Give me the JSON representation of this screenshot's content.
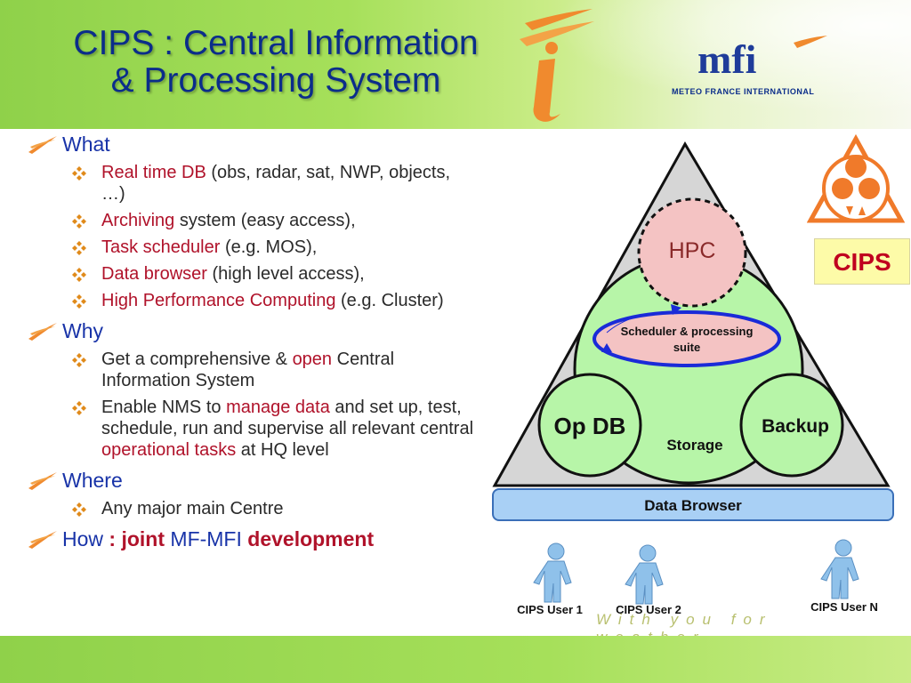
{
  "slide": {
    "title_line1": "CIPS : Central Information",
    "title_line2": "& Processing System",
    "brand_name": "mfi",
    "brand_subtitle": "METEO FRANCE INTERNATIONAL",
    "tagline": "With you for weather"
  },
  "bullets": {
    "what": {
      "heading": "What",
      "items": [
        {
          "highlight": "Real time DB",
          "rest": " (obs, radar, sat, NWP, objects, …)"
        },
        {
          "highlight": "Archiving",
          "rest": " system (easy access),"
        },
        {
          "highlight": "Task scheduler",
          "rest": " (e.g. MOS),"
        },
        {
          "highlight": "Data browser",
          "rest": " (high level access),"
        },
        {
          "highlight": "High Performance Computing",
          "rest": " (e.g. Cluster)"
        }
      ]
    },
    "why": {
      "heading": "Why",
      "item1_a": "Get a comprehensive & ",
      "item1_hl": "open",
      "item1_b": " Central Information System",
      "item2_a": "Enable NMS to ",
      "item2_hl1": "manage data",
      "item2_b": " and set up, test, schedule, run and supervise all relevant central ",
      "item2_hl2": "operational tasks",
      "item2_c": " at HQ level"
    },
    "where": {
      "heading": "Where",
      "item1": "Any major main Centre"
    },
    "how": {
      "heading": "How",
      "sep": " : ",
      "joint": "joint",
      "middle": " MF-MFI ",
      "dev": "development"
    }
  },
  "diagram": {
    "hpc": "HPC",
    "scheduler_line1": "Scheduler & processing",
    "scheduler_line2": "suite",
    "opdb": "Op DB",
    "backup": "Backup",
    "storage": "Storage",
    "data_browser": "Data Browser",
    "users": [
      "CIPS User 1",
      "CIPS User 2",
      "CIPS User N"
    ],
    "cips_label": "CIPS"
  },
  "colors": {
    "title": "#0b2d8a",
    "bullet_blue": "#1833a8",
    "highlight_red": "#b0122a",
    "triangle_gray": "#d6d6d6",
    "circle_green": "#b7f5a8",
    "hpc_pink": "#f4c3c3",
    "browser_blue": "#a9d0f5",
    "user_blue": "#8fc1ea",
    "logo_orange": "#f07a2a"
  }
}
